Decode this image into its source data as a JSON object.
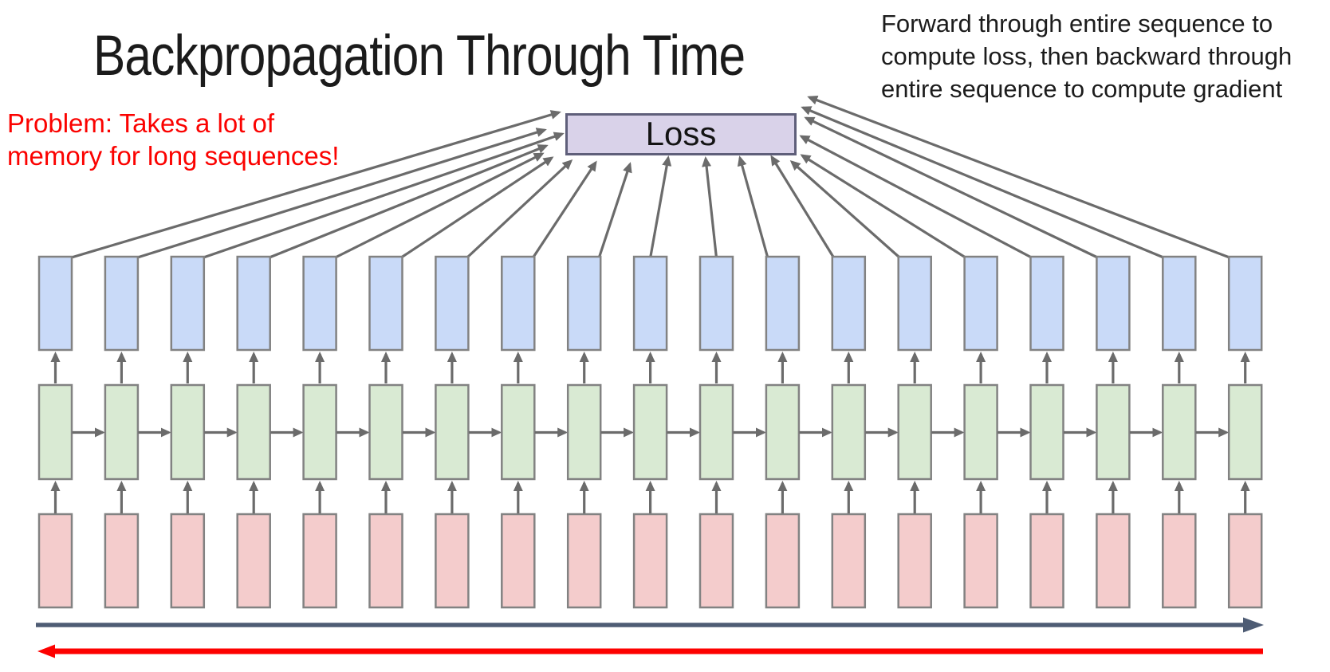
{
  "slide": {
    "title": "Backpropagation Through Time",
    "top_right_note": {
      "lines": [
        "Forward through entire sequence to",
        "compute loss, then backward through",
        "entire sequence to compute gradient"
      ],
      "color": "#1c1c1c"
    },
    "problem_note": {
      "lines": [
        "Problem: Takes a lot of",
        "memory for long sequences!"
      ],
      "color": "#fb0200"
    }
  },
  "loss_box": {
    "label": "Loss",
    "fill": "#d9d2e9",
    "border_color": "#5f5f7a",
    "text_color": "#141414"
  },
  "diagram": {
    "num_timesteps": 19,
    "layers": [
      {
        "name": "output-layer",
        "fill": "#c9daf8"
      },
      {
        "name": "hidden-layer",
        "fill": "#d9ead3"
      },
      {
        "name": "input-layer",
        "fill": "#f4cccc"
      }
    ],
    "box_border_color": "#828282",
    "arrow_color": "#6b6b6b",
    "forward_pass_arrow": {
      "color": "#4e5c74",
      "direction": "right"
    },
    "backward_pass_arrow": {
      "color": "#fd0100",
      "direction": "left"
    }
  }
}
